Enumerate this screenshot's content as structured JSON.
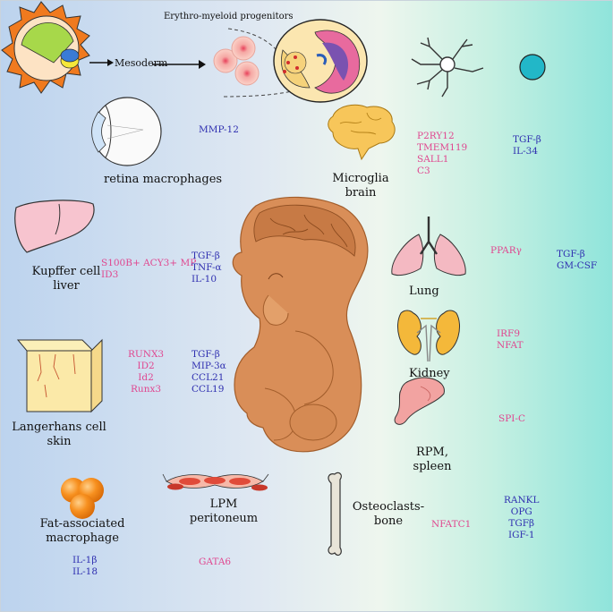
{
  "colors": {
    "bg_left": "#bfd6f0",
    "bg_mid": "#eef3ef",
    "bg_right": "#8fe6dc",
    "pink_text": "#e0468f",
    "blue_text": "#2f2fb0",
    "fetus_skin": "#d9905a",
    "cell_orange": "#f58a1f",
    "cyan_cell": "#21b8c9"
  },
  "top": {
    "progenitors_label": "Erythro-myeloid progenitors",
    "mesoderm_label": "Mesoderm"
  },
  "retina": {
    "name": "retina macrophages",
    "blue_markers": [
      "MMP-12"
    ]
  },
  "microglia": {
    "name_line1": "Microglia",
    "name_line2": "brain",
    "pink_markers": [
      "P2RY12",
      "TMEM119",
      "SALL1",
      "C3"
    ],
    "blue_markers": [
      "TGF-β",
      "IL-34"
    ]
  },
  "kupffer": {
    "name_line1": "Kupffer cell",
    "name_line2": "liver",
    "pink_markers": [
      "S100B+ ACY3+ MP",
      "ID3"
    ],
    "blue_markers": [
      "TGF-β",
      "TNF-α",
      "IL-10"
    ]
  },
  "lung": {
    "name": "Lung",
    "pink_markers": [
      "PPARγ"
    ],
    "blue_markers": [
      "TGF-β",
      "GM-CSF"
    ]
  },
  "kidney": {
    "name": "Kidney",
    "pink_markers": [
      "IRF9",
      "NFAT"
    ]
  },
  "langerhans": {
    "name_line1": "Langerhans cell",
    "name_line2": "skin",
    "pink_markers": [
      "RUNX3",
      "ID2",
      "Id2",
      "Runx3"
    ],
    "blue_markers": [
      "TGF-β",
      "MIP-3α",
      "CCL21",
      "CCL19"
    ]
  },
  "rpm": {
    "name_line1": "RPM,",
    "name_line2": "spleen",
    "pink_markers": [
      "SPI-C"
    ]
  },
  "fat": {
    "name_line1": "Fat-associated",
    "name_line2": "macrophage",
    "blue_markers": [
      "IL-1β",
      "IL-18"
    ]
  },
  "lpm": {
    "name_line1": "LPM",
    "name_line2": "peritoneum",
    "pink_markers": [
      "GATA6"
    ]
  },
  "osteoclast": {
    "name_line1": "Osteoclasts-",
    "name_line2": "bone",
    "pink_markers": [
      "NFATC1"
    ],
    "blue_markers": [
      "RANKL",
      "OPG",
      "TGFβ",
      "IGF-1"
    ]
  }
}
